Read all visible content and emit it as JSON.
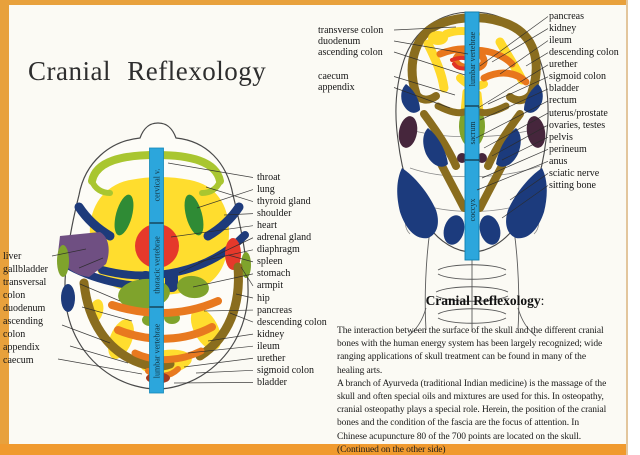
{
  "page": {
    "title": "Cranial Reflexology"
  },
  "colors": {
    "frame": "#E8A13C",
    "frame_bottom": "#F09A2E",
    "spine_bar": "#2CA6DC",
    "organ_yellow": "#FFDD2E",
    "organ_green_dark": "#2F8B35",
    "organ_green_olive": "#7FA32C",
    "organ_yellowgreen": "#A9C630",
    "organ_navy": "#1E3B7B",
    "organ_red": "#E5392B",
    "organ_orange": "#E8791F",
    "organ_khaki": "#8A6D1E",
    "organ_purple": "#6F4F82",
    "organ_maroon": "#46263C"
  },
  "left_diagram": {
    "view": "top view of skull",
    "spine_segments": [
      "cervical v.",
      "thoracic vertebrae",
      "lumbar vertebrae"
    ],
    "labels_left": [
      "liver",
      "gallbladder",
      "transversal",
      "colon",
      "duodenum",
      "ascending",
      "colon",
      "appendix",
      "caecum"
    ],
    "labels_right": [
      "throat",
      "lung",
      "thyroid gland",
      "shoulder",
      "heart",
      "adrenal gland",
      "diaphragm",
      "spleen",
      "stomach",
      "armpit",
      "hip",
      "pancreas",
      "descending colon",
      "kidney",
      "ileum",
      "urether",
      "sigmoid colon",
      "bladder"
    ]
  },
  "right_diagram": {
    "view": "back view of skull with neck",
    "spine_segments": [
      "lumbar vertebrae",
      "sacrum",
      "coccyx"
    ],
    "labels_left": [
      "transverse colon",
      "duodenum",
      "ascending colon",
      "caecum",
      "appendix"
    ],
    "labels_right": [
      "pancreas",
      "kidney",
      "ileum",
      "descending colon",
      "urether",
      "sigmoid colon",
      "bladder",
      "rectum",
      "uterus/prostate",
      "ovaries, testes",
      "pelvis",
      "perineum",
      "anus",
      "sciatic nerve",
      "sitting bone"
    ]
  },
  "article": {
    "heading": "Cranial Reflexology",
    "heading_suffix": ":",
    "lines": [
      "The interaction between the surface of the skull and the different cranial",
      "bones with the human energy system has been largely recognized; wide",
      "ranging applications of skull treatment can be found in many of the",
      "healing arts.",
      "A branch of Ayurveda (traditional Indian medicine) is the massage of the",
      "skull and often special oils and mixtures are used for this. In osteopathy,",
      "cranial osteopathy plays a special role. Herein, the position of the cranial",
      "bones and the condition of the fascia are the focus of attention. In",
      "Chinese acupuncture 80 of the 700 points are located on the skull.",
      "(Continued on the other side)"
    ]
  }
}
